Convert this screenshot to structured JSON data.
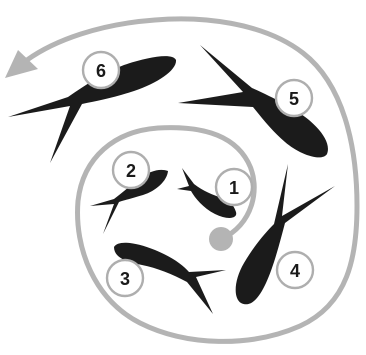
{
  "colors": {
    "spiral": "#b4b4b4",
    "fish": "#1b1b1b",
    "badge_border": "#aeaeae",
    "badge_fill": "#ffffff"
  },
  "fish": [
    {
      "number": "1",
      "label_name": "fish-1-number"
    },
    {
      "number": "2",
      "label_name": "fish-2-number"
    },
    {
      "number": "3",
      "label_name": "fish-3-number"
    },
    {
      "number": "4",
      "label_name": "fish-4-number"
    },
    {
      "number": "5",
      "label_name": "fish-5-number"
    },
    {
      "number": "6",
      "label_name": "fish-6-number"
    }
  ]
}
